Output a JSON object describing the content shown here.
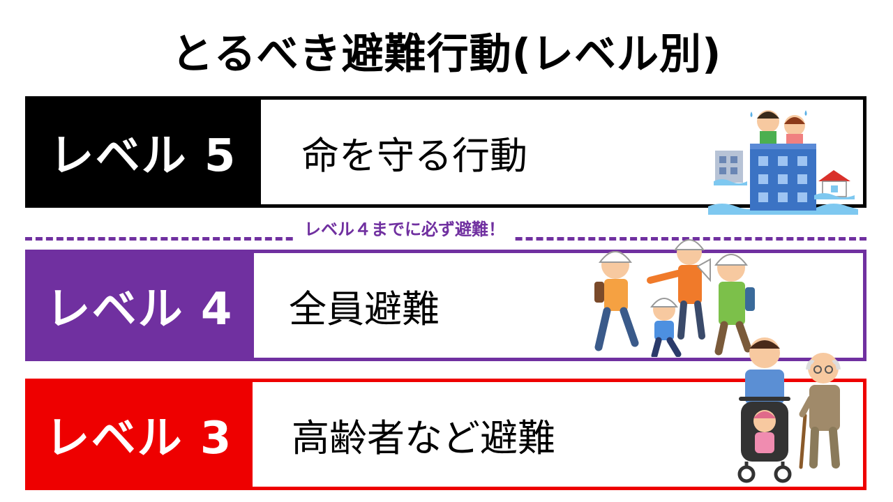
{
  "title": "とるべき避難行動(レベル別)",
  "levels": [
    {
      "label": "レベル 5",
      "action": "命を守る行動",
      "color": "#000000",
      "illustration": "flooded-building-icon"
    },
    {
      "label": "レベル 4",
      "action": "全員避難",
      "color": "#7030a0",
      "illustration": "evacuating-group-icon"
    },
    {
      "label": "レベル 3",
      "action": "高齢者など避難",
      "color": "#ee0000",
      "illustration": "elderly-and-stroller-icon"
    }
  ],
  "separator": {
    "text": "レベル４までに必ず避難！",
    "color": "#7030a0"
  }
}
